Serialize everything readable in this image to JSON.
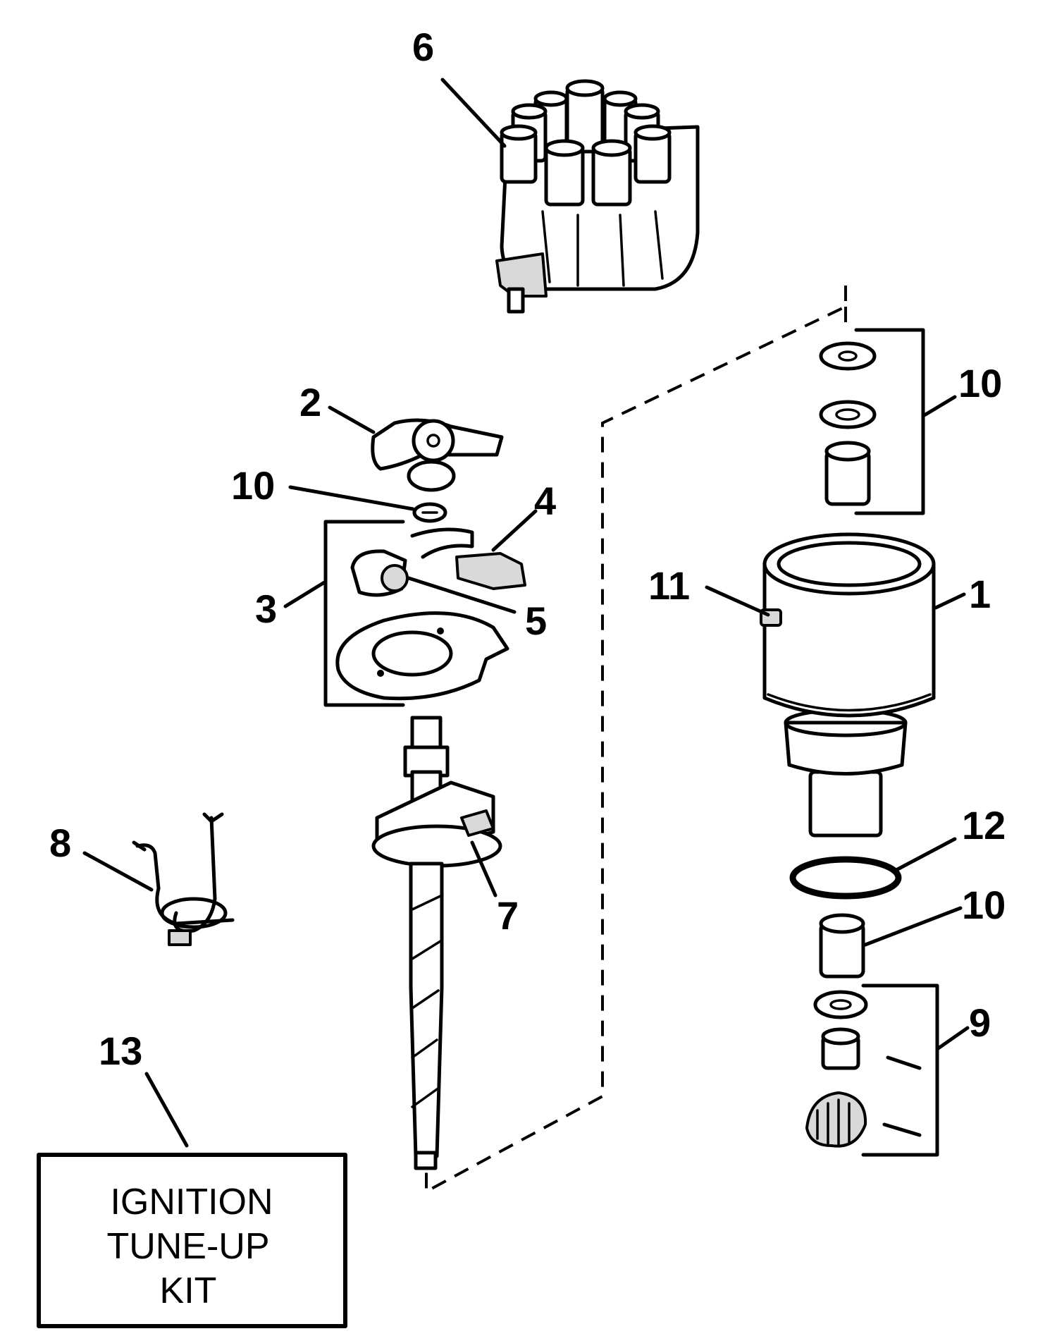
{
  "callouts": {
    "c1": "1",
    "c2": "2",
    "c3": "3",
    "c4": "4",
    "c5": "5",
    "c6": "6",
    "c7": "7",
    "c8": "8",
    "c9": "9",
    "c10a": "10",
    "c10b": "10",
    "c10c": "10",
    "c11": "11",
    "c12": "12",
    "c13": "13"
  },
  "kit_box": {
    "line1": "IGNITION",
    "line2": "TUNE-UP",
    "line3": "KIT"
  },
  "colors": {
    "ink": "#000000",
    "background": "#ffffff"
  }
}
